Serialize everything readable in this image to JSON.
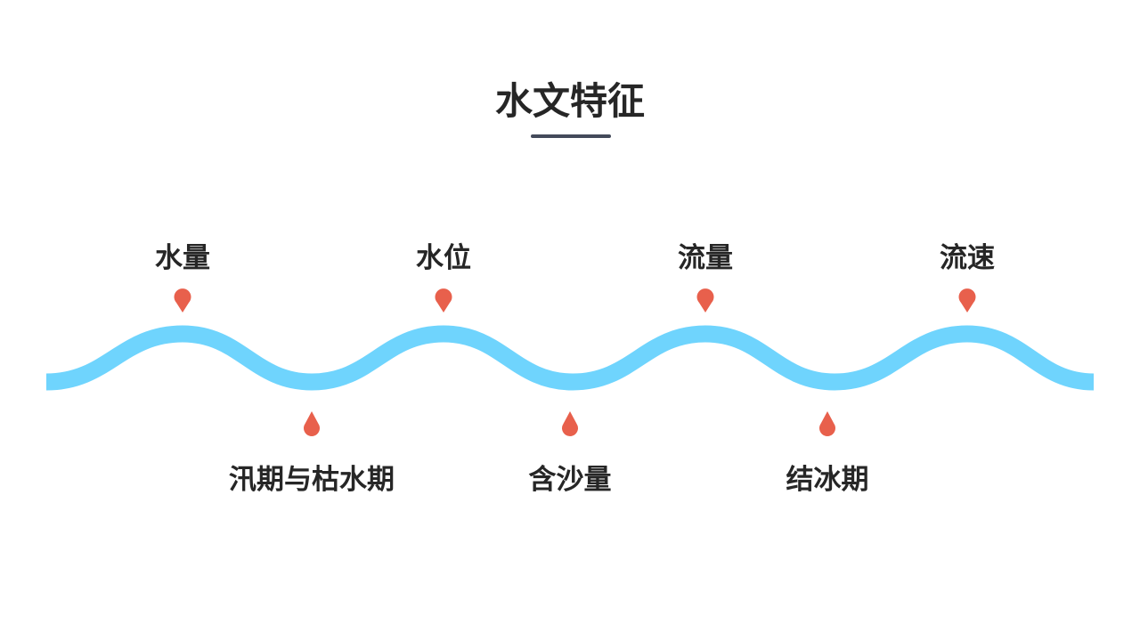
{
  "title": "水文特征",
  "colors": {
    "wave": "#6fd4fd",
    "pin": "#e8604c",
    "text": "#262626",
    "underline": "#434a5a"
  },
  "upper_items": [
    {
      "label": "水量",
      "icon": "map-pin-icon"
    },
    {
      "label": "水位",
      "icon": "map-pin-icon"
    },
    {
      "label": "流量",
      "icon": "map-pin-icon"
    },
    {
      "label": "流速",
      "icon": "map-pin-icon"
    }
  ],
  "lower_items": [
    {
      "label": "汛期与枯水期",
      "icon": "water-drop-icon"
    },
    {
      "label": "含沙量",
      "icon": "water-drop-icon"
    },
    {
      "label": "结冰期",
      "icon": "water-drop-icon"
    }
  ]
}
